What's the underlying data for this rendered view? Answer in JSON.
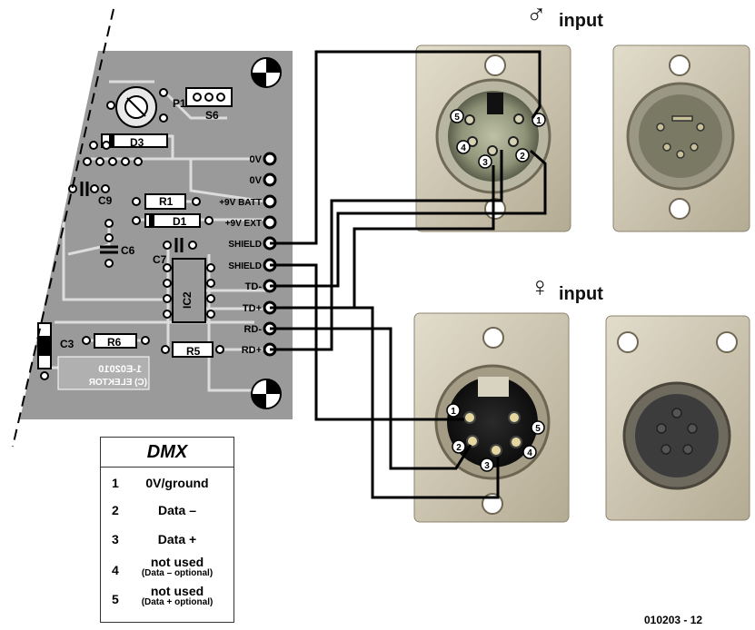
{
  "figure_number": "010203 - 12",
  "pcb": {
    "labels": {
      "p1": "P1",
      "s6": "S6",
      "d3": "D3",
      "c9": "C9",
      "r1": "R1",
      "d1": "D1",
      "c6": "C6",
      "c7": "C7",
      "ic2": "IC2",
      "c3": "C3",
      "r6": "R6",
      "r5": "R5",
      "mirror_top": "1-E02010",
      "mirror_bottom": "(C) ELEKTOR"
    },
    "terminals": [
      "0V",
      "0V",
      "+9V BATT",
      "+9V EXT",
      "SHIELD",
      "SHIELD",
      "TD-",
      "TD+",
      "RD-",
      "RD+"
    ]
  },
  "male_connector": {
    "symbol": "♂",
    "title": "input",
    "pins": [
      "1",
      "2",
      "3",
      "4",
      "5"
    ]
  },
  "female_connector": {
    "symbol": "♀",
    "title": "input",
    "pins": [
      "1",
      "2",
      "3",
      "4",
      "5"
    ]
  },
  "dmx_table": {
    "title": "DMX",
    "rows": [
      {
        "num": "1",
        "name": "0V/ground",
        "note": ""
      },
      {
        "num": "2",
        "name": "Data –",
        "note": ""
      },
      {
        "num": "3",
        "name": "Data +",
        "note": ""
      },
      {
        "num": "4",
        "name": "not used",
        "note": "(Data – optional)"
      },
      {
        "num": "5",
        "name": "not used",
        "note": "(Data + optional)"
      }
    ]
  },
  "colors": {
    "pcb": "#9a9a9a",
    "copper": "#d8d8d8",
    "wire": "#000000",
    "housing": "#c8bfa6"
  }
}
